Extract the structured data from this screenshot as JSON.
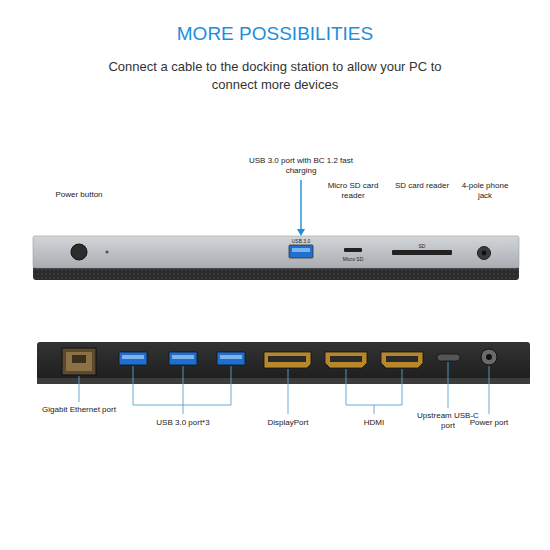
{
  "diagram": {
    "title": "MORE POSSIBILITIES",
    "caption": "Connect a cable to the docking station to allow your PC to connect more devices",
    "labels": [
      "Power button",
      "USB 3.0 port with BC 1.2 fast charging",
      "Micro SD card reader",
      "SD card reader",
      "4-pole phone jack",
      "USB 3.0",
      "Micro SD",
      "SD",
      "Gigabit Ethernet port",
      "USB 3.0 port*3",
      "DisplayPort",
      "HDMI",
      "Upstream USB-C port",
      "Power port"
    ]
  }
}
